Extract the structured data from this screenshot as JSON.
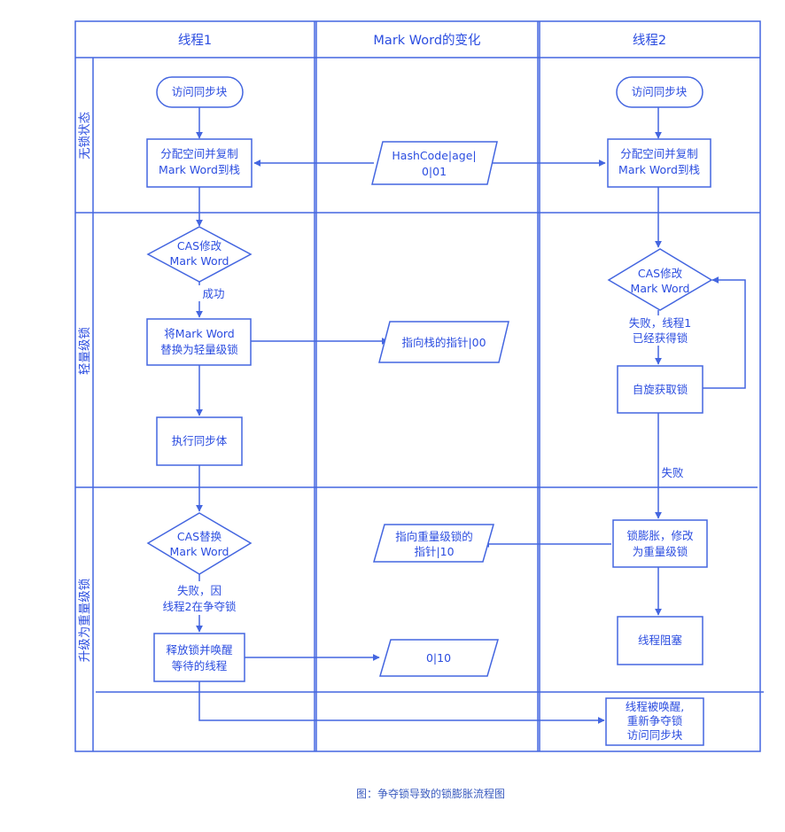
{
  "columns": {
    "thread1": "线程1",
    "markword": "Mark Word的变化",
    "thread2": "线程2"
  },
  "lanes": {
    "unlocked": "无锁状态",
    "lightweight": "轻量级锁",
    "heavyweight": "升级为重量级锁"
  },
  "thread1": {
    "access_sync": "访问同步块",
    "alloc": [
      "分配空间并复制",
      "Mark Word到栈"
    ],
    "cas_modify": [
      "CAS修改",
      "Mark Word"
    ],
    "success": "成功",
    "replace": [
      "将Mark Word",
      "替换为轻量级锁"
    ],
    "exec_body": "执行同步体",
    "cas_replace": [
      "CAS替换",
      "Mark Word"
    ],
    "fail_note": [
      "失败，因",
      "线程2在争夺锁"
    ],
    "release": [
      "释放锁并唤醒",
      "等待的线程"
    ]
  },
  "markword": {
    "hashcode": [
      "HashCode|age|",
      "0|01"
    ],
    "stack_ptr": "指向栈的指针|00",
    "heavy_ptr": [
      "指向重量级锁的",
      "指针|10"
    ],
    "zero10": "0|10"
  },
  "thread2": {
    "access_sync": "访问同步块",
    "alloc": [
      "分配空间并复制",
      "Mark Word到栈"
    ],
    "cas_modify": [
      "CAS修改",
      "Mark Word"
    ],
    "fail_acquired": [
      "失败，线程1",
      "已经获得锁"
    ],
    "spin": "自旋获取锁",
    "fail": "失败",
    "inflate": [
      "锁膨胀，修改",
      "为重量级锁"
    ],
    "blocked": "线程阻塞",
    "awakened": [
      "线程被唤醒,",
      "重新争夺锁",
      "访问同步块"
    ]
  },
  "caption": "图：争夺锁导致的锁膨胀流程图"
}
